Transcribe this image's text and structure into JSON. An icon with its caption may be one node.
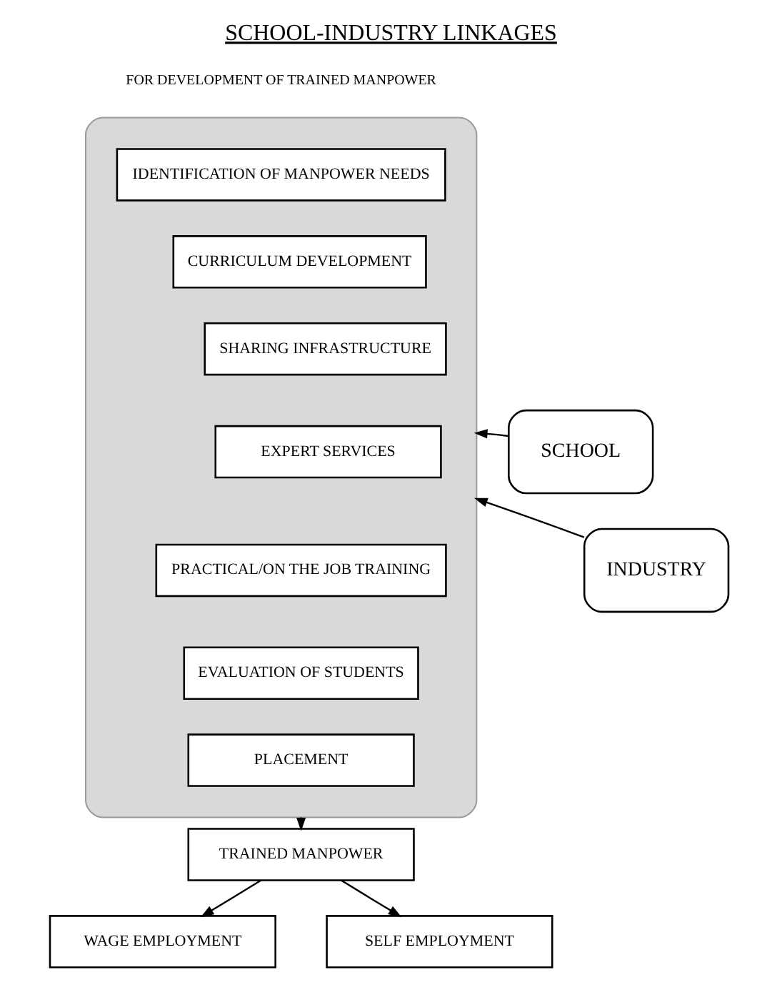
{
  "diagram": {
    "title": "SCHOOL-INDUSTRY LINKAGES",
    "nodes": [
      {
        "text": [
          "SCHOOL"
        ]
      },
      {
        "text": [],
        "shape": "box"
      },
      {
        "text": [
          "IDENTIFICATION OF MANPOWER NEEDS"
        ],
        "in": 1
      },
      {
        "text": [
          "CURRICULUM DEVELOPMENT"
        ],
        "in": 1
      },
      {
        "text": [
          "SHARING INFRASTRUCTURE"
        ],
        "in": 1
      },
      {
        "text": [
          "EXPERT SERVICES"
        ],
        "in": 1
      },
      {
        "text": [
          "PRACTICAL/ON THE JOB TRAINING"
        ],
        "in": 1
      },
      {
        "text": [
          "EVALUATION OF STUDENTS"
        ],
        "in": 1
      },
      {
        "text": [
          "PLACEMENT"
        ],
        "in": 1
      },
      {
        "text": [
          "INDUSTRY"
        ]
      },
      {
        "text": [
          "TRAINED MANPOWER"
        ]
      },
      {
        "text": [
          "WAGE EMPLOYMENT"
        ]
      },
      {
        "text": [
          "SELF EMPLOYMENT"
        ]
      }
    ],
    "edges": [
      {
        "from": 0,
        "to": 1,
        "arrow": "to"
      },
      {
        "from": 9,
        "to": 1,
        "arrow": "to"
      },
      {
        "from": 1,
        "to": 10,
        "arrow": "to"
      },
      {
        "from": 10,
        "to": 11,
        "arrow": "to"
      },
      {
        "from": 10,
        "to": 12,
        "arrow": "to"
      }
    ],
    "labels": [
      "FOR DEVELOPMENT OF TRAINED MANPOWER"
    ]
  }
}
